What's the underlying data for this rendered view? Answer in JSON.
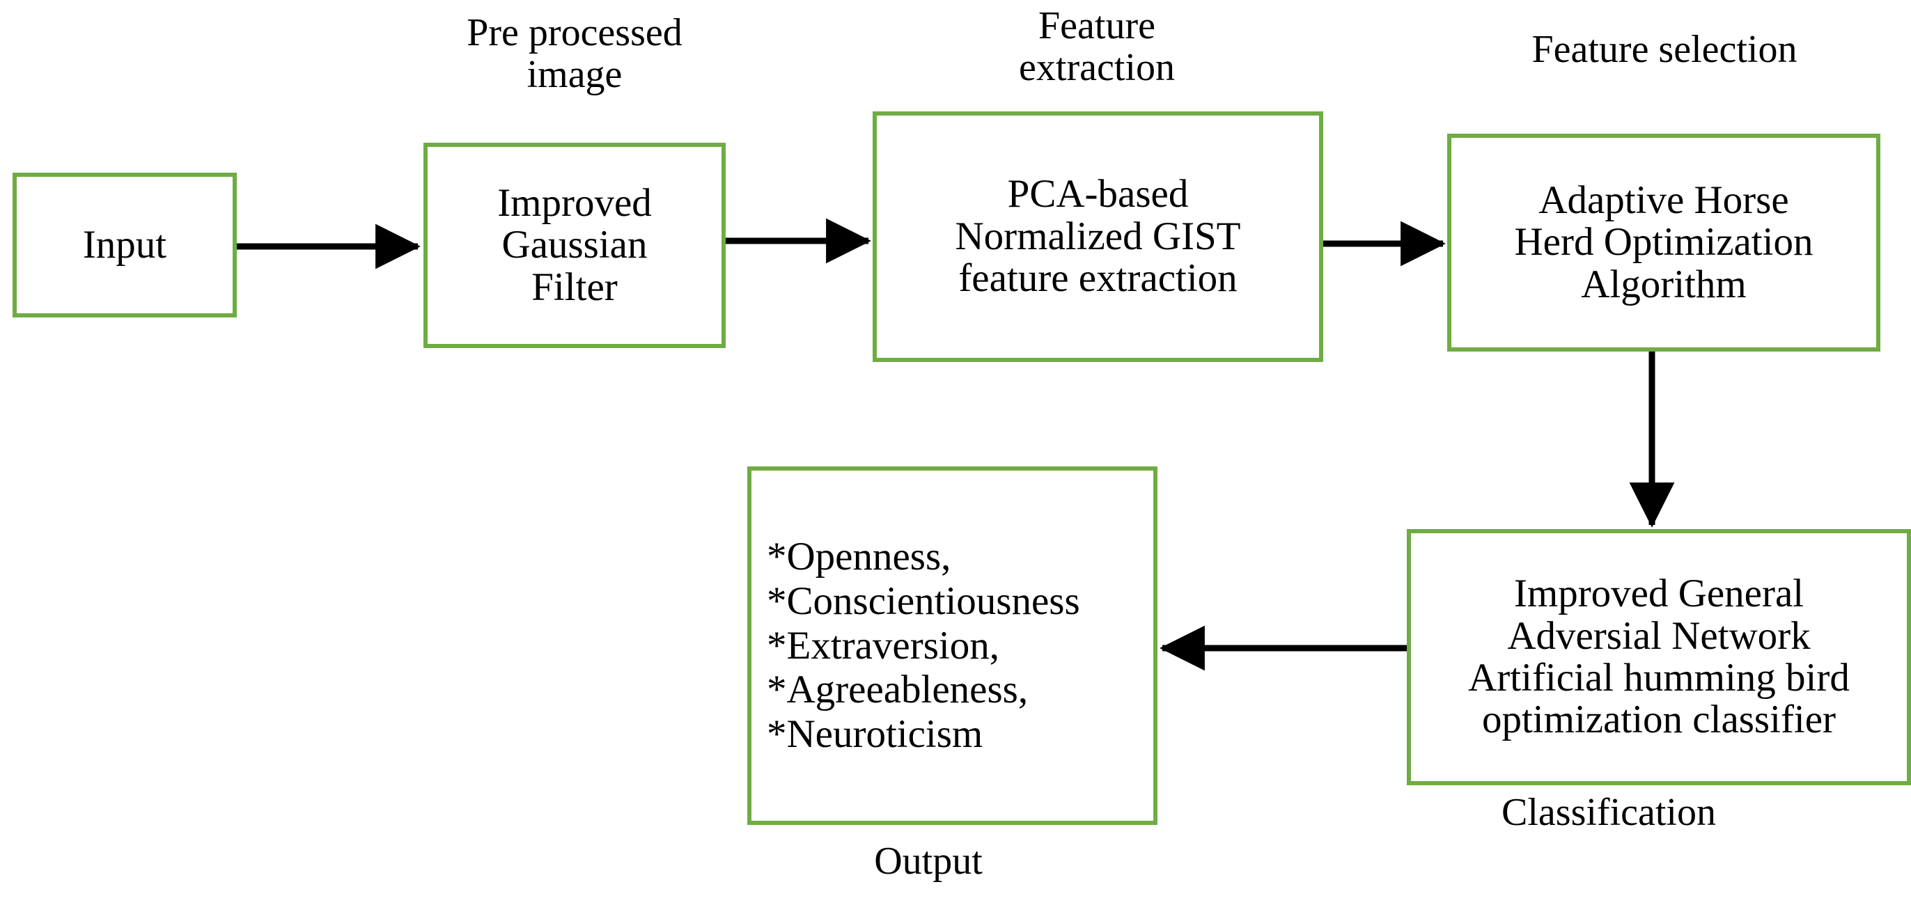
{
  "diagram": {
    "title": "Personality prediction pipeline block diagram",
    "accent_color": "#6FAC44",
    "line_color": "#000000",
    "background": "#ffffff",
    "nodes": {
      "input": {
        "label": "Input",
        "caption": ""
      },
      "preprocess": {
        "label": "Improved\nGaussian\nFilter",
        "caption": "Pre processed\nimage"
      },
      "feature_extraction": {
        "label": "PCA-based\nNormalized GIST\nfeature extraction",
        "caption": "Feature\nextraction"
      },
      "feature_selection": {
        "label": "Adaptive Horse\nHerd Optimization\nAlgorithm",
        "caption": "Feature selection"
      },
      "classification": {
        "label": "Improved General\nAdversial Network\nArtificial humming bird\noptimization classifier",
        "caption": "Classification"
      },
      "output": {
        "label": "*Openness,\n*Conscientiousness\n*Extraversion,\n*Agreeableness,\n*Neuroticism",
        "caption": "Output"
      }
    },
    "edges": [
      {
        "from": "input",
        "to": "preprocess",
        "direction": "right"
      },
      {
        "from": "preprocess",
        "to": "feature_extraction",
        "direction": "right"
      },
      {
        "from": "feature_extraction",
        "to": "feature_selection",
        "direction": "right"
      },
      {
        "from": "feature_selection",
        "to": "classification",
        "direction": "down"
      },
      {
        "from": "classification",
        "to": "output",
        "direction": "left"
      }
    ]
  }
}
